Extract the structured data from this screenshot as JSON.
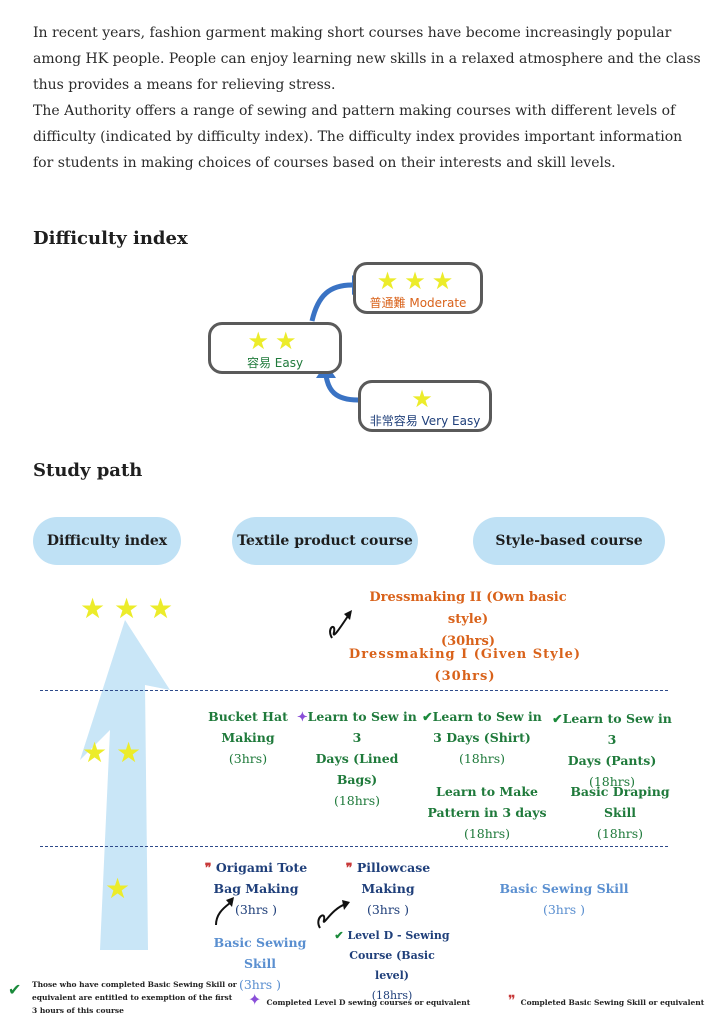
{
  "intro": {
    "p1": "In recent years, fashion garment making short courses have become increasingly popular among HK people.  People can enjoy learning new skills in a relaxed atmosphere and the class thus provides a means for relieving stress.",
    "p2": "The Authority offers a range of sewing and pattern making courses with different levels of difficulty (indicated by difficulty index).  The difficulty index provides important information for students in making choices of courses based on their interests and skill levels."
  },
  "difficulty_section": {
    "title": "Difficulty index",
    "levels": [
      {
        "stars": "★★★",
        "label": "普通難  Moderate",
        "star_count": 3
      },
      {
        "stars": "★★",
        "label": "容易 Easy",
        "star_count": 2
      },
      {
        "stars": "★",
        "label": "非常容易 Very Easy",
        "star_count": 1
      }
    ]
  },
  "study_path": {
    "title": "Study path",
    "headers": [
      "Difficulty index",
      "Textile product course",
      "Style-based course"
    ],
    "tiers": [
      {
        "stars": "★ ★ ★",
        "star_count": 3
      },
      {
        "stars": "★  ★",
        "star_count": 2
      },
      {
        "stars": "★",
        "star_count": 1
      }
    ],
    "courses": {
      "dress2": {
        "name": "Dressmaking II (Own basic style)",
        "hrs": "(30hrs)"
      },
      "dress1": {
        "name": "Dressmaking I (Given Style)",
        "hrs": "(30hrs)"
      },
      "bucket": {
        "name1": "Bucket Hat",
        "name2": "Making",
        "hrs": "(3hrs)"
      },
      "bags": {
        "name1": "Learn to Sew in 3",
        "name2": "Days (Lined Bags)",
        "hrs": "(18hrs)"
      },
      "shirt": {
        "name1": "Learn to Sew in",
        "name2": "3 Days (Shirt)",
        "hrs": "(18hrs)"
      },
      "pants": {
        "name1": "Learn to Sew in 3",
        "name2": "Days (Pants)",
        "hrs": "(18hrs)"
      },
      "pattern": {
        "name1": "Learn to Make",
        "name2": "Pattern in 3 days",
        "hrs": "(18hrs)"
      },
      "draping": {
        "name1": "Basic Draping",
        "name2": "Skill",
        "hrs": "(18hrs)"
      },
      "origami": {
        "name1": "Origami Tote",
        "name2": "Bag Making",
        "hrs": "(3hrs )"
      },
      "pillow": {
        "name1": "Pillowcase",
        "name2": "Making",
        "hrs": "(3hrs )"
      },
      "basic_right": {
        "name": "Basic Sewing Skill",
        "hrs": "(3hrs )"
      },
      "basic_left": {
        "name": "Basic Sewing Skill",
        "hrs": "(3hrs )"
      },
      "leveld": {
        "name1": "Level D - Sewing",
        "name2": "Course (Basic level)",
        "hrs": "(18hrs)"
      }
    },
    "legend": {
      "check": "Those who have completed Basic Sewing Skill or equivalent are entitled to exemption of the first 3 hours of this course",
      "sparkle": "Completed Level D sewing courses or equivalent",
      "quote": "Completed Basic Sewing Skill or equivalent"
    },
    "colors": {
      "pill_bg": "#bfe1f5",
      "arrow": "#c9e6f7",
      "star": "#ecec2a",
      "moderate_text": "#d9621a",
      "easy_text": "#1f7a3b",
      "very_easy_text": "#1f3f7a"
    }
  }
}
